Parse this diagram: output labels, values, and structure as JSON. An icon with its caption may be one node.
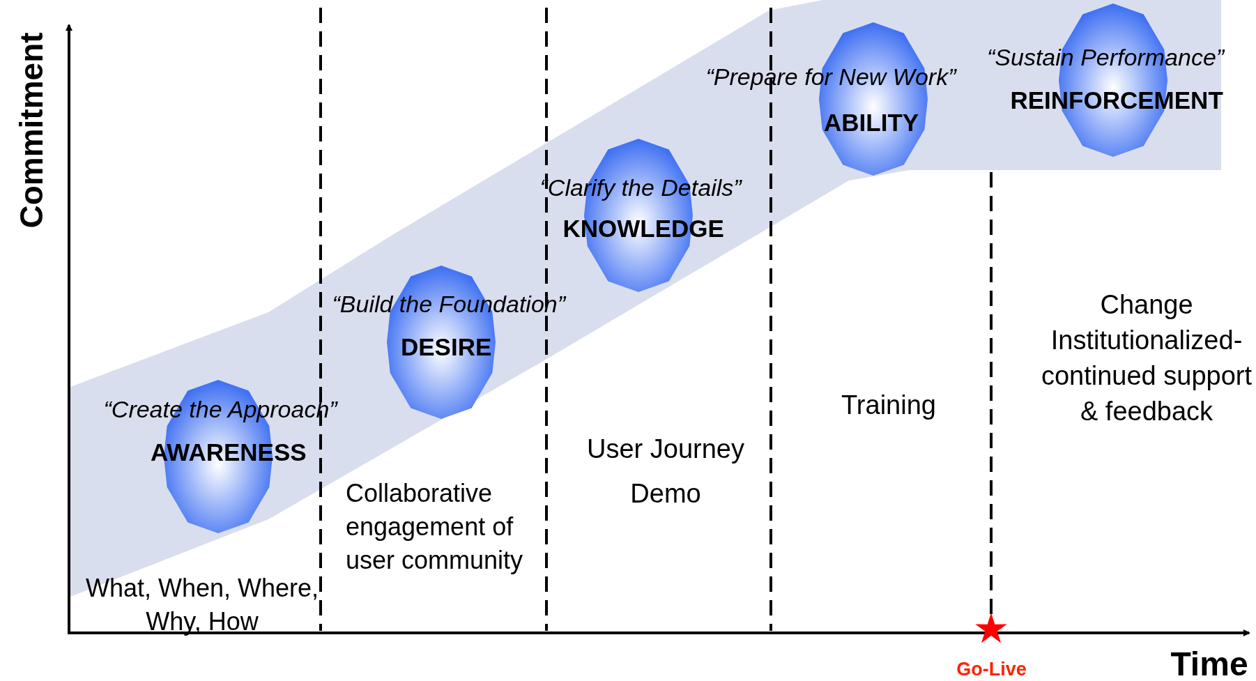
{
  "diagram": {
    "nodes": [
      {
        "text": [
          "“Create the Approach”",
          "AWARENESS"
        ]
      },
      {
        "text": [
          "“Build the Foundation”",
          "DESIRE"
        ]
      },
      {
        "text": [
          "“Clarify the Details”",
          "KNOWLEDGE"
        ]
      },
      {
        "text": [
          "“Prepare for New Work”",
          "ABILITY"
        ]
      },
      {
        "text": [
          "“Sustain Performance”",
          "REINFORCEMENT"
        ]
      }
    ],
    "edges": [],
    "labels": [
      "Commitment",
      "What, When, Where, Why, How",
      "Collaborative engagement of user community",
      "User Journey Demo",
      "Training",
      "Change Institutionalized-continued support & feedback",
      "Go-Live",
      "Time"
    ]
  }
}
